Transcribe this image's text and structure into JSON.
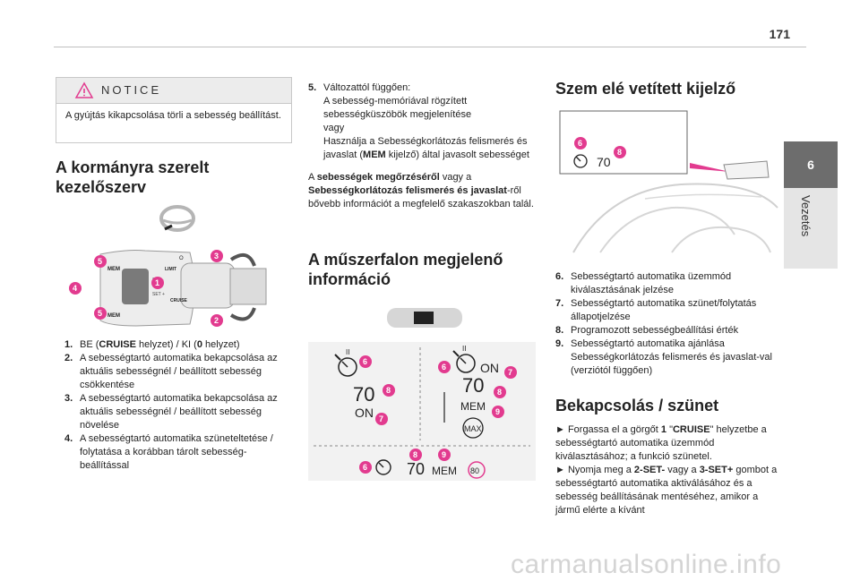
{
  "page": {
    "number": "171"
  },
  "tab": {
    "number": "6",
    "label": "Vezetés"
  },
  "notice": {
    "title": "NOTICE",
    "text": "A gyújtás kikapcsolása törli a sebesség beállítást."
  },
  "section1": {
    "title_line1": "A kormányra szerelt",
    "title_line2": "kezelőszerv",
    "figure_labels": {
      "mem": "MEM",
      "set_minus": "SET -",
      "set_plus": "SET +",
      "limit": "LIMIT",
      "cruise": "CRUISE",
      "o": "O"
    },
    "figure_badges": [
      "5",
      "4",
      "5",
      "1",
      "3",
      "2"
    ],
    "items": [
      {
        "num": "1.",
        "pre": "BE (",
        "bold": "CRUISE",
        "mid": " helyzet) / KI (",
        "bold2": "0",
        "post": " helyzet)"
      },
      {
        "num": "2.",
        "text": "A sebességtartó automatika bekapcsolása az aktuális sebességnél / beállított sebesség csökkentése"
      },
      {
        "num": "3.",
        "text": "A sebességtartó automatika bekapcsolása az aktuális sebességnél / beállított sebesség növelése"
      },
      {
        "num": "4.",
        "text": "A sebességtartó automatika szüneteltetése / folytatása a korábban tárolt sebesség-beállítással"
      }
    ]
  },
  "column2": {
    "item5": {
      "num": "5.",
      "line1": "Változattól függően:",
      "line2": "A sebesség-memóriával rögzített sebességküszöbök megjelenítése",
      "line3": "vagy",
      "line4_pre": "Használja a Sebességkorlátozás felismerés és javaslat (",
      "line4_bold": "MEM",
      "line4_post": " kijelző) által javasolt sebességet"
    },
    "para": {
      "p1": "A ",
      "b1": "sebességek megőrzéséről",
      "p2": " vagy a ",
      "b2": "Sebességkorlátozás felismerés és javaslat",
      "p3": "-ről bővebb információt a megfelelő szakaszokban talál."
    },
    "section2_title_line1": "A műszerfalon megjelenő",
    "section2_title_line2": "információ",
    "display": {
      "speed": "70",
      "on": "ON",
      "mem": "MEM",
      "max": "MAX",
      "limit80": "80",
      "badges_left": [
        "6",
        "8",
        "7"
      ],
      "badges_right": [
        "6",
        "7",
        "8",
        "9"
      ],
      "badges_bottom": [
        "6",
        "8",
        "9"
      ]
    }
  },
  "column3": {
    "section3_title": "Szem elé vetített kijelző",
    "hud": {
      "speed": "70",
      "badges": [
        "6",
        "8"
      ]
    },
    "items": [
      {
        "num": "6.",
        "text": "Sebességtartó automatika üzemmód kiválasztásának jelzése"
      },
      {
        "num": "7.",
        "text": "Sebességtartó automatika szünet/folytatás állapotjelzése"
      },
      {
        "num": "8.",
        "text": "Programozott sebességbeállítási érték"
      },
      {
        "num": "9.",
        "text": "Sebességtartó automatika ajánlása Sebességkorlátozás felismerés és javaslat-val (verziótól függően)"
      }
    ],
    "section4_title": "Bekapcsolás / szünet",
    "steps": {
      "s1_pre": "► Forgassa el a görgőt ",
      "s1_bold1": "1",
      "s1_mid": " \"",
      "s1_bold2": "CRUISE",
      "s1_post": "\" helyzetbe a sebességtartó automatika üzemmód kiválasztásához; a funkció szünetel.",
      "s2_pre": "► Nyomja meg a ",
      "s2_bold1": "2-SET-",
      "s2_mid": " vagy a ",
      "s2_bold2": "3-SET+",
      "s2_post": " gombot a sebességtartó automatika aktiválásához és a sebesség beállításának mentéséhez, amikor a jármű elérte a kívánt"
    }
  },
  "watermark": "carmanualsonline.info"
}
